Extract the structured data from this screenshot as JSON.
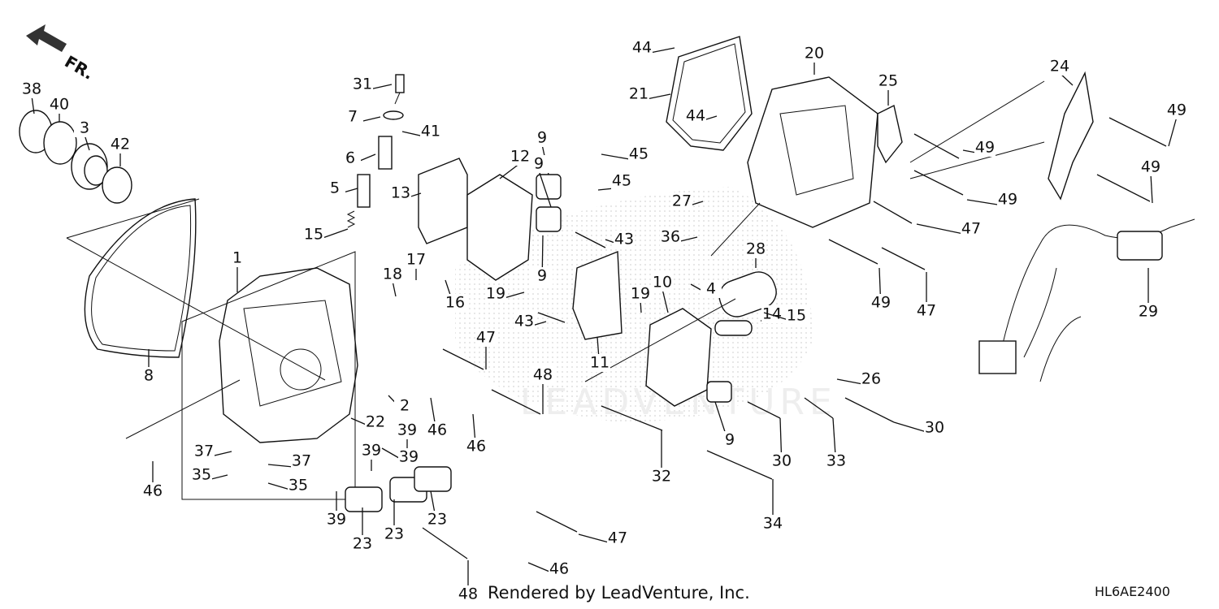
{
  "diagram": {
    "credit": "Rendered by LeadVenture, Inc.",
    "code": "HL6AE2400",
    "direction_label": "FR.",
    "watermark": "LEADVENTURE"
  },
  "callouts": [
    "1",
    "2",
    "3",
    "4",
    "5",
    "6",
    "7",
    "8",
    "9",
    "9",
    "9",
    "9",
    "10",
    "11",
    "12",
    "13",
    "14",
    "15",
    "15",
    "16",
    "17",
    "18",
    "19",
    "19",
    "20",
    "21",
    "22",
    "23",
    "23",
    "23",
    "24",
    "25",
    "26",
    "27",
    "28",
    "29",
    "30",
    "30",
    "31",
    "32",
    "33",
    "34",
    "35",
    "35",
    "36",
    "37",
    "37",
    "38",
    "39",
    "39",
    "39",
    "39",
    "40",
    "41",
    "42",
    "43",
    "43",
    "44",
    "44",
    "45",
    "45",
    "46",
    "46",
    "46",
    "46",
    "47",
    "47",
    "47",
    "47",
    "48",
    "48",
    "49",
    "49",
    "49",
    "49",
    "49"
  ]
}
